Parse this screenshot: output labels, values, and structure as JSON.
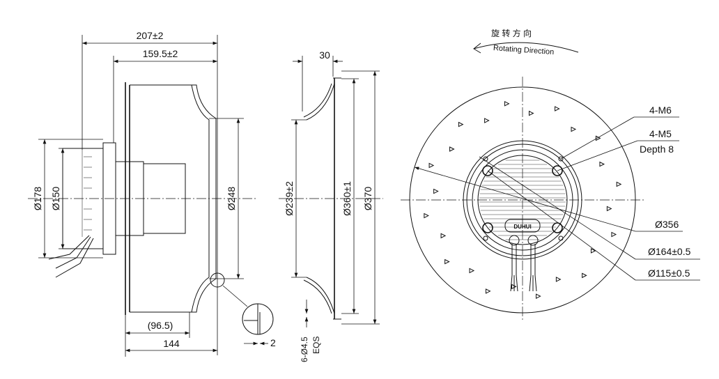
{
  "side_view": {
    "overall_length": "207±2",
    "impeller_length": "159.5±2",
    "motor_dia_outer": "Ø178",
    "motor_dia_inner": "Ø150",
    "inlet_dia": "Ø248",
    "partial_length": "(96.5)",
    "base_length": "144",
    "detail_thickness": "2"
  },
  "section_view": {
    "rim_width": "30",
    "inlet_dia": "Ø239±2",
    "rim_inner_dia": "Ø360±1",
    "rim_outer_dia": "Ø370",
    "holes": "6-Ø4.5",
    "holes_spacing": "EQS"
  },
  "front_view": {
    "rotation_cn": "旋 转 方 向",
    "rotation_en": "Rotating Direction",
    "thread_m6": "4-M6",
    "thread_m5": "4-M5",
    "thread_m5_depth": "Depth 8",
    "impeller_dia": "Ø356",
    "bolt_circle_outer": "Ø164±0.5",
    "bolt_circle_inner": "Ø115±0.5",
    "logo_text": "DUHUI"
  }
}
